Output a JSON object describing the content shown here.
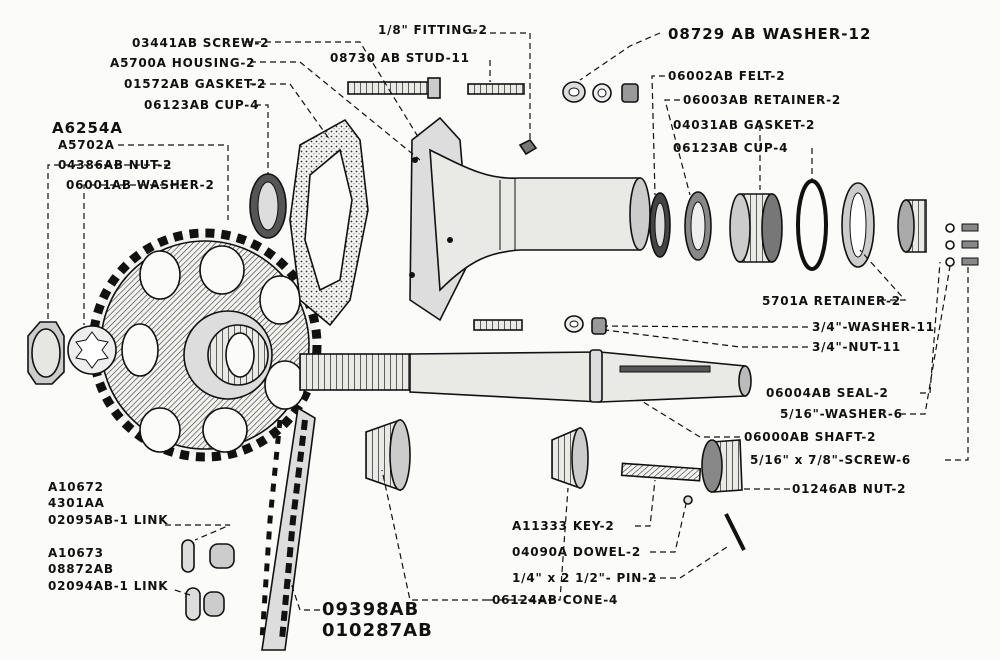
{
  "labels": {
    "screw": "03441AB SCREW-2",
    "housing": "A5700A HOUSING-2",
    "gasket1": "01572AB GASKET-2",
    "cup1": "06123AB CUP-4",
    "assy_main": "A6254A",
    "assy_sub": "A5702A",
    "nut1": "04386AB NUT-2",
    "washer1": "06001AB WASHER-2",
    "fitting": "1/8\" FITTING-2",
    "stud": "08730 AB STUD-11",
    "washer12": "08729 AB WASHER-12",
    "felt": "06002AB FELT-2",
    "retainer1": "06003AB RETAINER-2",
    "gasket2": "04031AB GASKET-2",
    "cup2": "06123AB CUP-4",
    "retainer2": "5701A RETAINER-2",
    "washer11": "3/4\"-WASHER-11",
    "nut11": "3/4\"-NUT-11",
    "seal": "06004AB SEAL-2",
    "washer6": "5/16\"-WASHER-6",
    "shaft": "06000AB SHAFT-2",
    "screw6": "5/16\" x 7/8\"-SCREW-6",
    "nut2": "01246AB NUT-2",
    "link1_a": "A10672",
    "link1_b": "4301AA",
    "link1_c": "02095AB-1 LINK",
    "link2_a": "A10673",
    "link2_b": "08872AB",
    "link2_c": "02094AB-1 LINK",
    "key": "A11333 KEY-2",
    "dowel": "04090A DOWEL-2",
    "pin": "1/4\" x 2 1/2\"- PIN-2",
    "cone": "06124AB CONE-4",
    "chain_a": "09398AB",
    "chain_b": "010287AB"
  }
}
